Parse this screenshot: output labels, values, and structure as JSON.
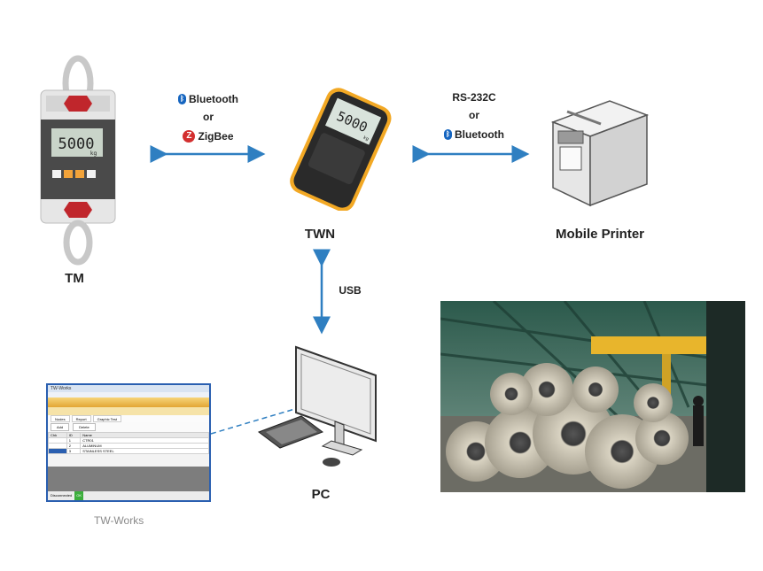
{
  "devices": {
    "tm": {
      "label": "TM",
      "display": "5000",
      "unit": "kg"
    },
    "twn": {
      "label": "TWN",
      "display": "5000",
      "unit": "kg"
    },
    "printer": {
      "label": "Mobile Printer"
    },
    "pc": {
      "label": "PC"
    }
  },
  "links": {
    "tm_twn": {
      "line1": "Bluetooth",
      "or": "or",
      "line2": "ZigBee"
    },
    "twn_printer": {
      "line1": "RS-232C",
      "or": "or",
      "line2": "Bluetooth"
    },
    "twn_pc": {
      "label": "USB"
    }
  },
  "software": {
    "caption": "TW-Works",
    "tabs": [
      "Nodes",
      "Report",
      "Graphic Test"
    ],
    "buttons": [
      "Add",
      "Delete"
    ],
    "table_header": [
      "Chk",
      "ID",
      "Name"
    ],
    "rows": [
      {
        "id": "1",
        "name": "CTR01"
      },
      {
        "id": "2",
        "name": "ALUMINUM"
      },
      {
        "id": "3",
        "name": "STAINLESS STEEL"
      }
    ],
    "status": "Disconnected",
    "status_badge": "OK"
  },
  "colors": {
    "arrow": "#2f7fc1",
    "accent_orange": "#f2a33a",
    "bt_blue": "#1565c0",
    "zigbee_red": "#d32f2f"
  }
}
